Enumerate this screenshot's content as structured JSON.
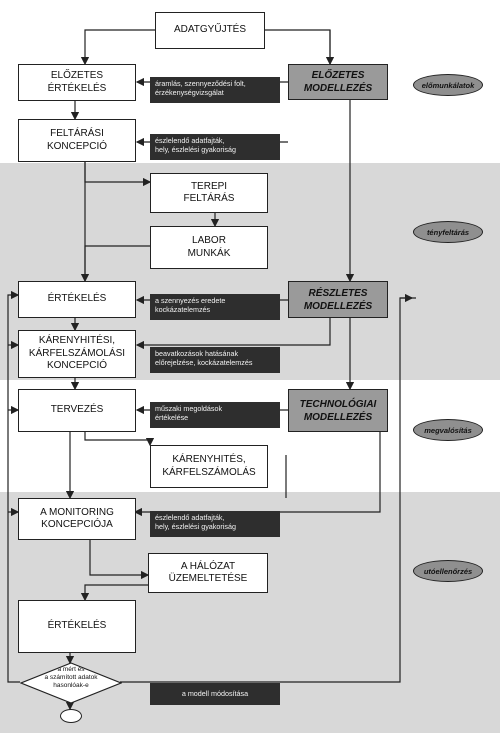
{
  "diagram": {
    "boxes": {
      "adatgyujtes": "ADATGYŰJTÉS",
      "elozetes_ertekeles": "ELŐZETES\nÉRTÉKELÉS",
      "feltarasi_koncepcio": "FELTÁRÁSI\nKONCEPCIÓ",
      "terepi_feltaras": "TEREPI\nFELTÁRÁS",
      "labor_munkak": "LABOR\nMUNKÁK",
      "ertekeles_1": "ÉRTÉKELÉS",
      "karenyhitesi_koncepcio": "KÁRENYHITÉSI,\nKÁRFELSZÁMOLÁSI\nKONCEPCIÓ",
      "tervezes": "TERVEZÉS",
      "karenyhites_karfelszamolas": "KÁRENYHITÉS,\nKÁRFELSZÁMOLÁS",
      "monitoring_koncepcio": "A MONITORING\nKONCEPCIÓJA",
      "halozat_uzemeltetese": "A HÁLÓZAT\nÜZEMELTETÉSE",
      "ertekeles_2": "ÉRTÉKELÉS"
    },
    "models": {
      "elozetes": "ELŐZETES\nMODELLEZÉS",
      "reszletes": "RÉSZLETES\nMODELLEZÉS",
      "technologiai": "TECHNOLÓGIAI\nMODELLEZÉS"
    },
    "notes": {
      "aramlas": "áramlás, szennyeződési folt,\nérzékenységvizsgálat",
      "eszlelendo_1": "észlelendő adatfajták,\nhely, észlelési gyakoriság",
      "szennyezes_eredete": "a szennyezés eredete\nkockázatelemzés",
      "beavatkozasok": "beavatkozások hatásának\nelőrejelzése, kockázatelemzés",
      "muszaki": "műszaki megoldások\nértékelése",
      "eszlelendo_2": "észlelendő adatfajták,\nhely, észlelési gyakoriság",
      "modell_modositasa": "a modell módosítása"
    },
    "phases": {
      "elomunkalatok": "előmunkálatok",
      "tenyfeltaras": "tényfeltárás",
      "megvalositas": "megvalósítás",
      "utoellenorzes": "utóellenőrzés"
    },
    "decision": "a mért és\na számított adatok\nhasonlóak-e",
    "colors": {
      "band_light": "#ffffff",
      "band_shaded": "#d8d8d8",
      "model_fill": "#9a9a9a",
      "note_fill": "#2e2e2e"
    }
  }
}
